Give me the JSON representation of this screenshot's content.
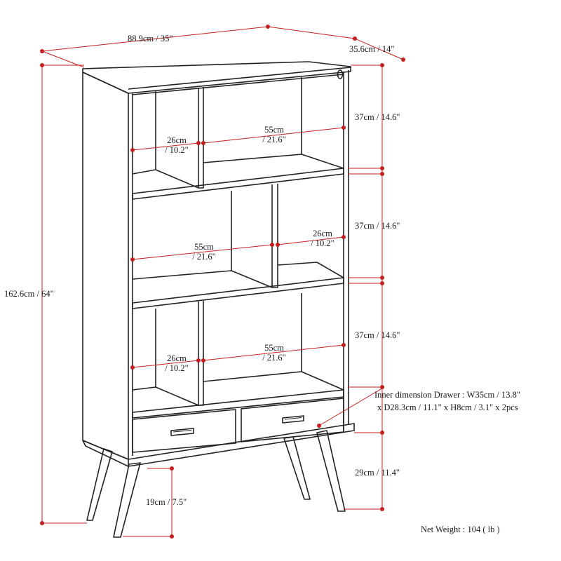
{
  "dimensions": {
    "overall_width": "88.9cm / 35\"",
    "overall_depth": "35.6cm / 14\"",
    "overall_height": "162.6cm / 64\"",
    "shelf_height_1": "37cm / 14.6\"",
    "shelf_height_2": "37cm / 14.6\"",
    "shelf_height_3": "37cm / 14.6\"",
    "leg_height": "29cm / 11.4\"",
    "leg_clearance": "19cm / 7.5\"",
    "top_left_compartment": {
      "cm": "26cm",
      "in": "/ 10.2\""
    },
    "top_right_compartment": {
      "cm": "55cm",
      "in": "/ 21.6\""
    },
    "middle_left_compartment": {
      "cm": "55cm",
      "in": "/ 21.6\""
    },
    "middle_right_compartment": {
      "cm": "26cm",
      "in": "/ 10.2\""
    },
    "bottom_left_compartment": {
      "cm": "26cm",
      "in": "/ 10.2\""
    },
    "bottom_right_compartment": {
      "cm": "55cm",
      "in": "/ 21.6\""
    }
  },
  "drawer": {
    "line1": "Inner dimension Drawer : W35cm / 13.8\"",
    "line2": "x D28.3cm / 11.1\" x H8cm / 3.1\" x 2pcs"
  },
  "net_weight": "Net Weight : 104 ( lb )",
  "colors": {
    "dimension_line": "#c41e1e",
    "outline": "#222222"
  }
}
